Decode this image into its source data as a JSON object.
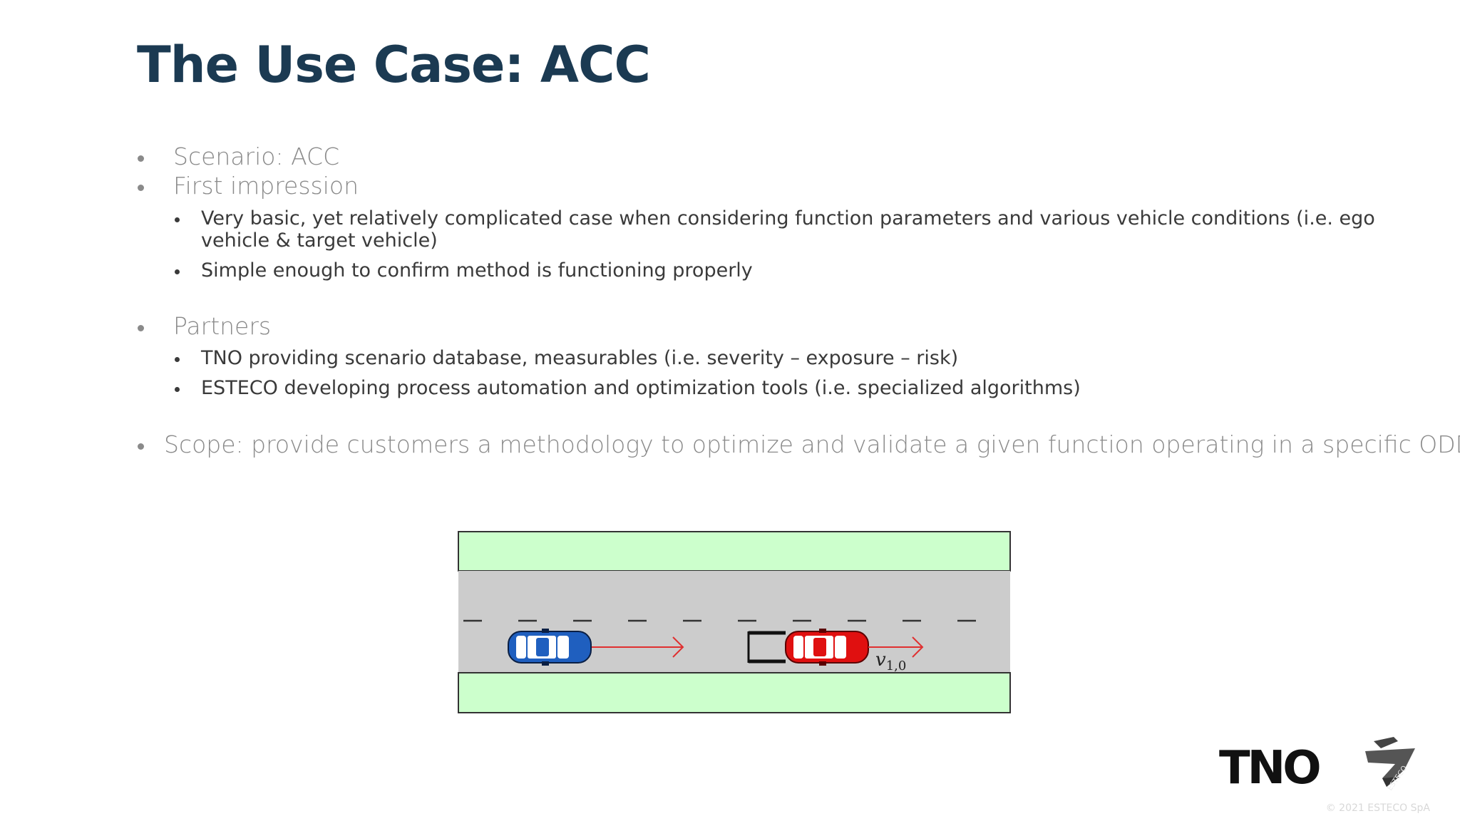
{
  "slide": {
    "title": "The Use Case: ACC",
    "bullets": {
      "scenario": "Scenario: ACC",
      "first_impression": "First impression",
      "first_impression_sub1_line1": "Very basic, yet relatively complicated case when considering function parameters and various vehicle conditions (i.e. ego",
      "first_impression_sub1_line2": "vehicle & target vehicle)",
      "first_impression_sub2": "Simple enough to confirm method is functioning properly",
      "partners": "Partners",
      "partners_sub1": "TNO providing scenario database, measurables (i.e. severity – exposure – risk)",
      "partners_sub2": "ESTECO developing process automation and optimization tools (i.e. specialized algorithms)",
      "scope": "Scope: provide customers a methodology to optimize and validate a given function operating in a specific ODD"
    },
    "figure": {
      "velocity_label": "v",
      "velocity_subscript": "1,0",
      "colors": {
        "grass": "#ccffcc",
        "road": "#cccccc",
        "ego_car": "#1f5fbf",
        "target_car": "#e01010",
        "velocity_arrow": "#e03030"
      }
    },
    "logos": {
      "tno": "TNO",
      "esteco": "ESTECO"
    },
    "copyright": "© 2021 ESTECO SpA"
  }
}
